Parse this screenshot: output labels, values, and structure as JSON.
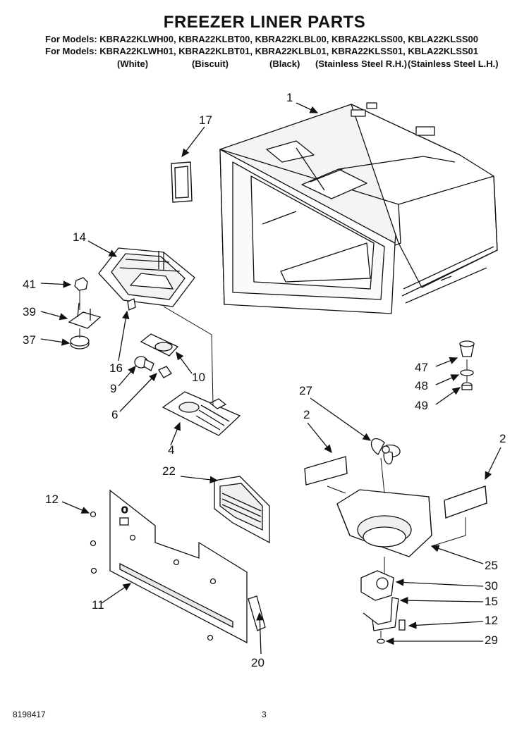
{
  "header": {
    "title": "FREEZER LINER PARTS",
    "models_line_1": "For Models: KBRA22KLWH00, KBRA22KLBT00, KBRA22KLBL00, KBRA22KLSS00, KBLA22KLSS00",
    "models_line_2": "For Models: KBRA22KLWH01, KBRA22KLBT01, KBRA22KLBL01, KBRA22KLSS01, KBLA22KLSS01",
    "colors": [
      "(White)",
      "(Biscuit)",
      "(Black)",
      "(Stainless Steel R.H.)",
      "(Stainless Steel L.H.)"
    ]
  },
  "callouts": [
    "1",
    "17",
    "14",
    "41",
    "39",
    "37",
    "16",
    "10",
    "9",
    "6",
    "4",
    "47",
    "48",
    "49",
    "27",
    "2",
    "2",
    "22",
    "12",
    "11",
    "20",
    "25",
    "30",
    "15",
    "12",
    "29"
  ],
  "footer": {
    "doc_number": "8198417",
    "page_number": "3"
  }
}
